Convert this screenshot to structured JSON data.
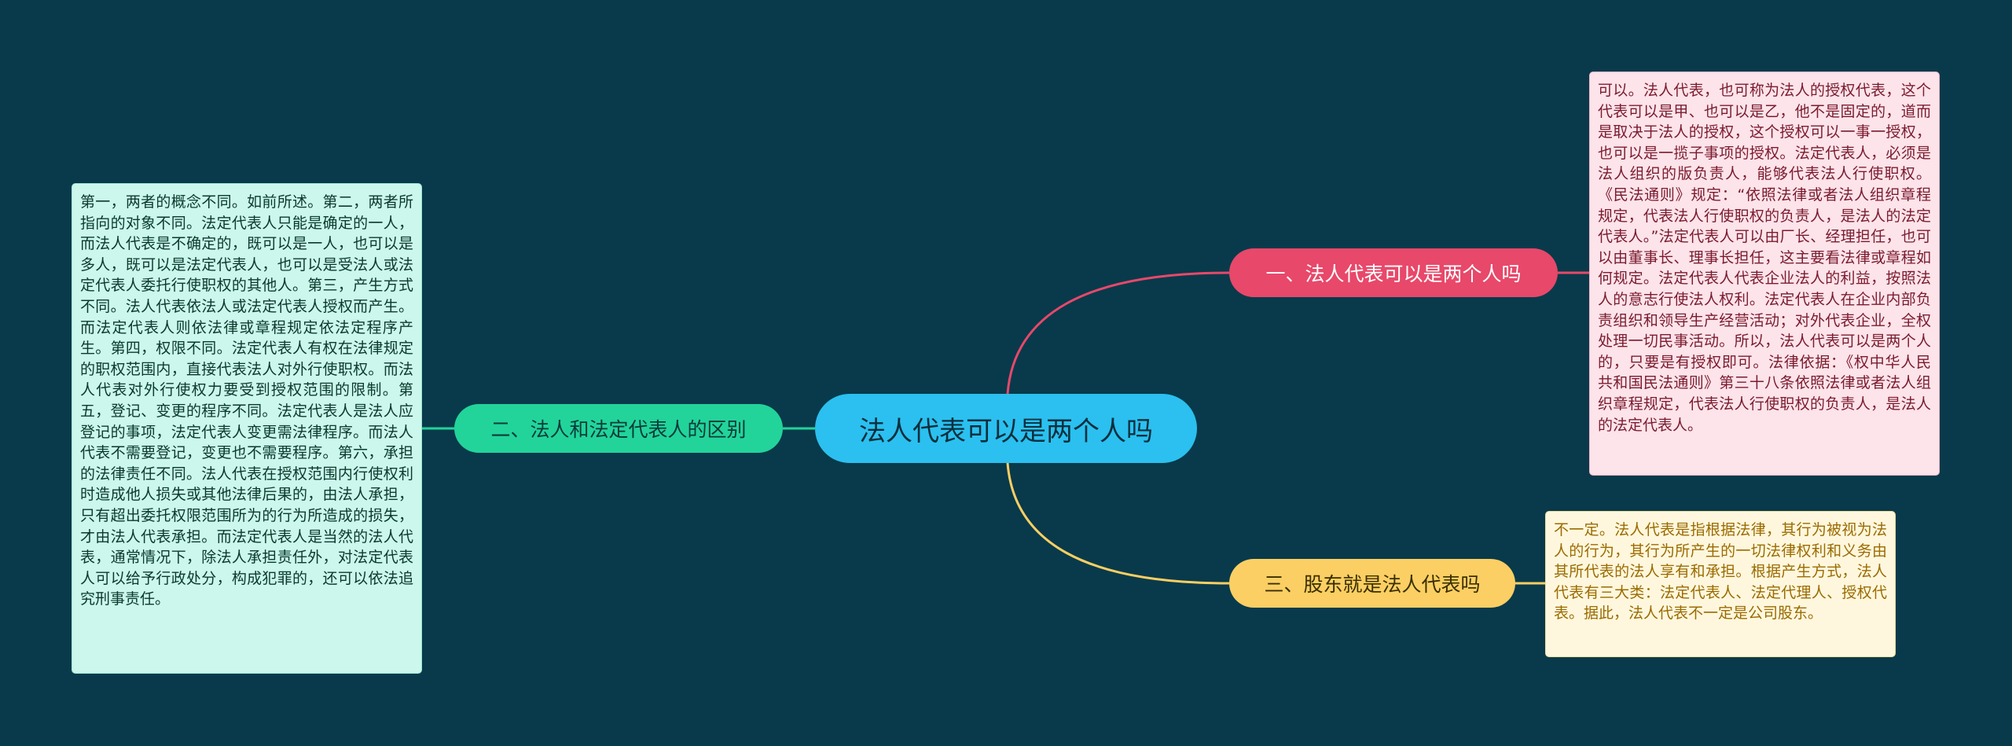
{
  "colors": {
    "background": "#083a4b",
    "center": "#2bc0ef",
    "branch1": "#e8486a",
    "branch2": "#22d49a",
    "branch3": "#fbcf63"
  },
  "mindmap": {
    "center": "法人代表可以是两个人吗",
    "branches": [
      {
        "label": "一、法人代表可以是两个人吗",
        "note": "可以。法人代表，也可称为法人的授权代表，这个代表可以是甲、也可以是乙，他不是固定的，道而是取决于法人的授权，这个授权可以一事一授权，也可以是一揽子事项的授权。法定代表人，必须是法人组织的版负责人，能够代表法人行使职权。《民法通则》规定：“依照法律或者法人组织章程规定，代表法人行使职权的负责人，是法人的法定代表人。”法定代表人可以由厂长、经理担任，也可以由董事长、理事长担任，这主要看法律或章程如何规定。法定代表人代表企业法人的利益，按照法人的意志行使法人权利。法定代表人在企业内部负责组织和领导生产经营活动；对外代表企业，全权处理一切民事活动。所以，法人代表可以是两个人的，只要是有授权即可。法律依据：《权中华人民共和国民法通则》第三十八条依照法律或者法人组织章程规定，代表法人行使职权的负责人，是法人的法定代表人。"
      },
      {
        "label": "二、法人和法定代表人的区别",
        "note": "第一，两者的概念不同。如前所述。第二，两者所指向的对象不同。法定代表人只能是确定的一人，而法人代表是不确定的，既可以是一人，也可以是多人，既可以是法定代表人，也可以是受法人或法定代表人委托行使职权的其他人。第三，产生方式不同。法人代表依法人或法定代表人授权而产生。而法定代表人则依法律或章程规定依法定程序产生。第四，权限不同。法定代表人有权在法律规定的职权范围内，直接代表法人对外行使职权。而法人代表对外行使权力要受到授权范围的限制。第五，登记、变更的程序不同。法定代表人是法人应登记的事项，法定代表人变更需法律程序。而法人代表不需要登记，变更也不需要程序。第六，承担的法律责任不同。法人代表在授权范围内行使权利时造成他人损失或其他法律后果的，由法人承担，只有超出委托权限范围所为的行为所造成的损失，才由法人代表承担。而法定代表人是当然的法人代表，通常情况下，除法人承担责任外，对法定代表人可以给予行政处分，构成犯罪的，还可以依法追究刑事责任。"
      },
      {
        "label": "三、股东就是法人代表吗",
        "note": "不一定。法人代表是指根据法律，其行为被视为法人的行为，其行为所产生的一切法律权利和义务由其所代表的法人享有和承担。根据产生方式，法人代表有三大类：法定代表人、法定代理人、授权代表。据此，法人代表不一定是公司股东。"
      }
    ]
  }
}
